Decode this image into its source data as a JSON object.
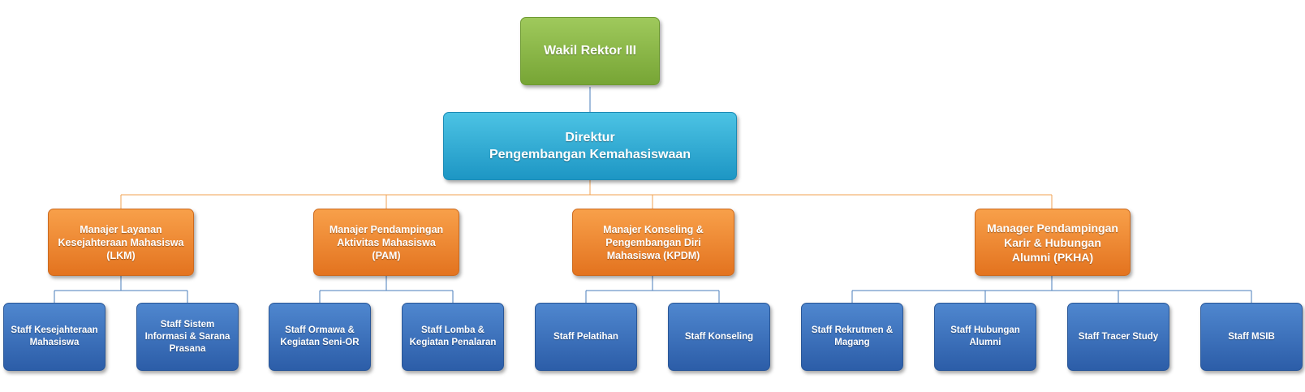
{
  "top": {
    "label": "Wakil Rektor III"
  },
  "director": {
    "label": "Direktur\nPengembangan Kemahasiswaan"
  },
  "managers": [
    {
      "label": "Manajer Layanan\nKesejahteraan Mahasiswa\n(LKM)",
      "staff": [
        "Staff Kesejahteraan\nMahasiswa",
        "Staff Sistem\nInformasi & Sarana\nPrasana"
      ]
    },
    {
      "label": "Manajer Pendampingan\nAktivitas Mahasiswa\n(PAM)",
      "staff": [
        "Staff Ormawa &\nKegiatan Seni-OR",
        "Staff Lomba &\nKegiatan Penalaran"
      ]
    },
    {
      "label": "Manajer Konseling &\nPengembangan Diri\nMahasiswa (KPDM)",
      "staff": [
        "Staff Pelatihan",
        "Staff Konseling"
      ]
    },
    {
      "label": "Manager Pendampingan\nKarir & Hubungan\nAlumni (PKHA)",
      "staff": [
        "Staff Rekrutmen &\nMagang",
        "Staff Hubungan\nAlumni",
        "Staff Tracer Study",
        "Staff MSIB"
      ]
    }
  ],
  "colors": {
    "top": "#8bbb47",
    "director": "#31acd6",
    "manager": "#ee8a33",
    "staff": "#3c72bd",
    "line_blue": "#4a7ebb",
    "line_orange": "#f0a050"
  }
}
